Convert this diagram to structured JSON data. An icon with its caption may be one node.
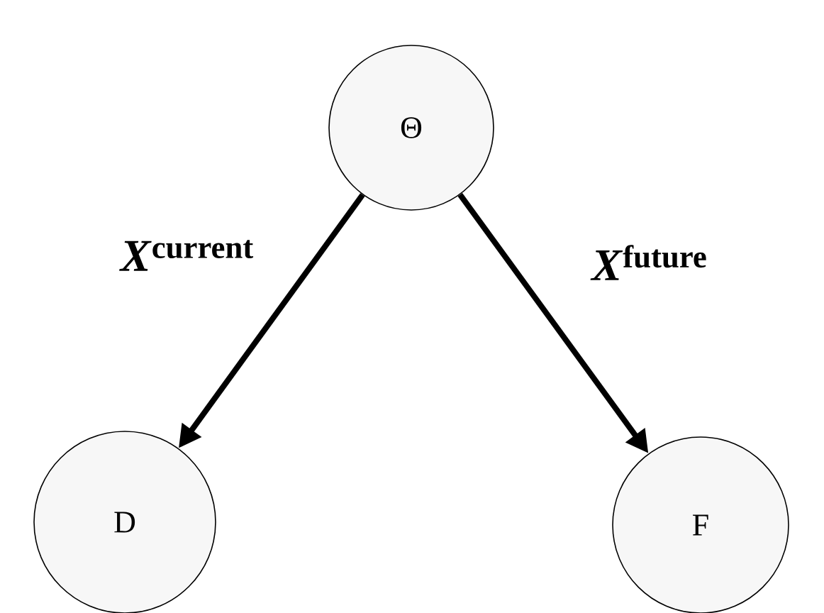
{
  "diagram": {
    "nodes": [
      {
        "text": [
          "Θ"
        ]
      },
      {
        "text": [
          "D"
        ]
      },
      {
        "text": [
          "F"
        ]
      }
    ],
    "edges": [
      {
        "from": 0,
        "to": 1,
        "arrow": "to",
        "label": "*X*$^{current}$"
      },
      {
        "from": 0,
        "to": 2,
        "arrow": "to",
        "label": "*X*$^{future}$"
      }
    ]
  }
}
